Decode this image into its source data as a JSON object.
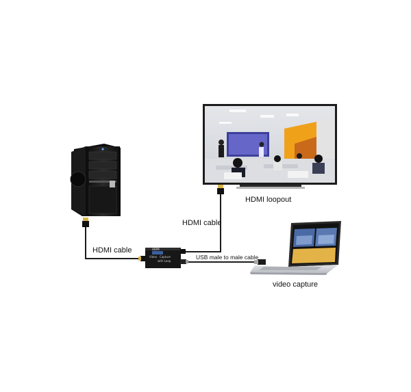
{
  "labels": {
    "hdmi_loopout": "HDMI loopout",
    "hdmi_cable_right": "HDMI cable",
    "hdmi_cable_left": "HDMI cable",
    "usb_cable": "USB male to male cable",
    "video_capture": "video capture"
  },
  "device": {
    "brand": "HDMI",
    "line1": "Video   Capture",
    "line2": "with Loop"
  },
  "colors": {
    "cable": "#1a1a1a",
    "connector_gold": "#d9b54a",
    "tower_body": "#141414",
    "tv_bezel": "#1c1c1c",
    "laptop_silver": "#cfd2d6"
  }
}
